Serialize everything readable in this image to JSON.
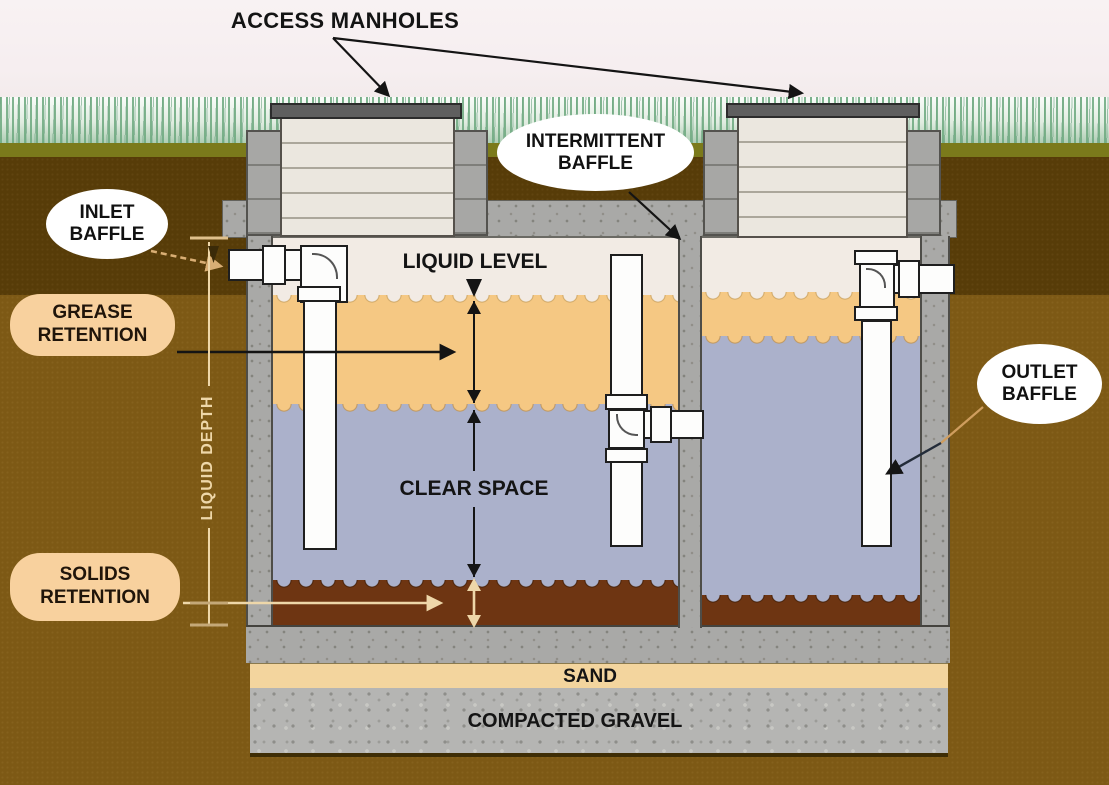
{
  "labels": {
    "access_manholes": "ACCESS MANHOLES",
    "intermittent_baffle": "INTERMITTENT BAFFLE",
    "inlet_baffle": "INLET BAFFLE",
    "grease_retention": "GREASE RETENTION",
    "liquid_level": "LIQUID LEVEL",
    "liquid_depth": "LIQUID DEPTH",
    "clear_space": "CLEAR SPACE",
    "solids_retention": "SOLIDS RETENTION",
    "outlet_baffle": "OUTLET BAFFLE",
    "sand": "SAND",
    "compacted_gravel": "COMPACTED GRAVEL"
  },
  "colors": {
    "scum_layer": "#f5c883",
    "liquid_layer": "#abb1cb",
    "sludge_layer": "#6e3512",
    "headspace": "#f2ebe4",
    "soil_dark": "#573c08",
    "soil_light": "#7d5915",
    "concrete": "#a9a9a7",
    "sand_layer": "#f3d59e",
    "label_background_tan": "#f8d19e",
    "annotation_cream": "#eed7a9",
    "grass_green": "#8eba98",
    "olive_band": "#7b7a1b",
    "pipe_white": "#fdfdfc"
  }
}
